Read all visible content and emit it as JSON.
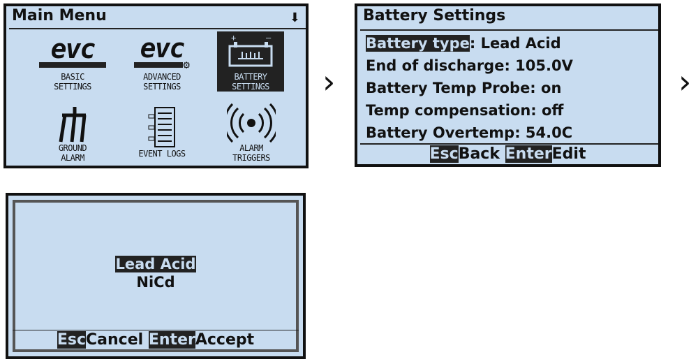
{
  "main_menu": {
    "title": "Main Menu",
    "scroll_indicator": "⬇",
    "items": [
      {
        "line1": "BASIC",
        "line2": "SETTINGS",
        "icon": "evc-logo-icon"
      },
      {
        "line1": "ADVANCED",
        "line2": "SETTINGS",
        "icon": "evc-gear-icon"
      },
      {
        "line1": "BATTERY",
        "line2": "SETTINGS",
        "icon": "battery-icon",
        "selected": true
      },
      {
        "line1": "GROUND",
        "line2": "ALARM",
        "icon": "ground-icon"
      },
      {
        "line1": "EVENT LOGS",
        "line2": "",
        "icon": "log-list-icon"
      },
      {
        "line1": "ALARM",
        "line2": "TRIGGERS",
        "icon": "alarm-signal-icon"
      }
    ],
    "logo_text": "evc"
  },
  "battery_settings": {
    "title": "Battery Settings",
    "rows": [
      {
        "label": "Battery type",
        "value": ": Lead Acid"
      },
      {
        "label": "End of discharge: 105.0V"
      },
      {
        "label": "Battery Temp Probe: on"
      },
      {
        "label": "Temp compensation: off"
      },
      {
        "label": "Battery Overtemp: 54.0C"
      }
    ],
    "footer": {
      "key1": "Esc",
      "label1": "Back ",
      "key2": "Enter",
      "label2": "Edit"
    }
  },
  "battery_type_select": {
    "options": [
      "Lead Acid",
      "NiCd"
    ],
    "selected": "Lead Acid",
    "footer": {
      "key1": "Esc",
      "label1": "Cancel ",
      "key2": "Enter",
      "label2": "Accept"
    }
  },
  "arrows": [
    "›",
    "›"
  ]
}
